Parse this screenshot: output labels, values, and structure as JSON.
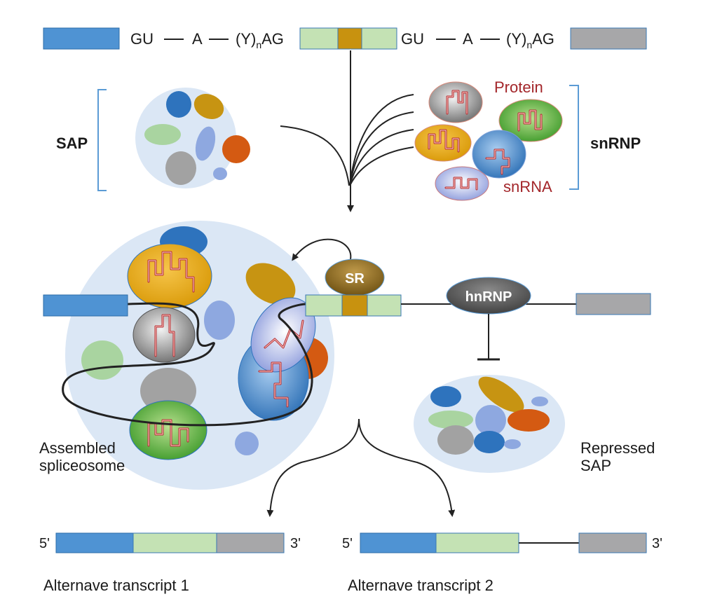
{
  "top_strand": {
    "left_5ss": "GU",
    "left_branch": "A",
    "left_3ss_prefix": "(Y)",
    "left_3ss_sub": "n",
    "left_3ss_suffix": "AG",
    "right_5ss": "GU",
    "right_branch": "A",
    "right_3ss_prefix": "(Y)",
    "right_3ss_sub": "n",
    "right_3ss_suffix": "AG"
  },
  "sap_label": "SAP",
  "snrnp": {
    "label": "snRNP",
    "protein_label": "Protein",
    "snrna_label": "snRNA"
  },
  "sr_label": "SR",
  "hnrnp_label": "hnRNP",
  "assembled_label": [
    "Assembled",
    "spliceosome"
  ],
  "repressed_label": [
    "Repressed",
    "SAP"
  ],
  "transcript1": {
    "five_prime": "5'",
    "three_prime": "3'",
    "name": "Alternave transcript 1"
  },
  "transcript2": {
    "five_prime": "5'",
    "three_prime": "3'",
    "name": "Alternave transcript 2"
  },
  "colors": {
    "exon_blue": "#4f93d3",
    "exon_green": "#c4e2b4",
    "exon_gold": "#c8920f",
    "exon_gray": "#a7a7a9",
    "cluster_bg": "#dbe7f5",
    "bracket": "#5b9bd5",
    "rna_red": "#a3262a"
  }
}
